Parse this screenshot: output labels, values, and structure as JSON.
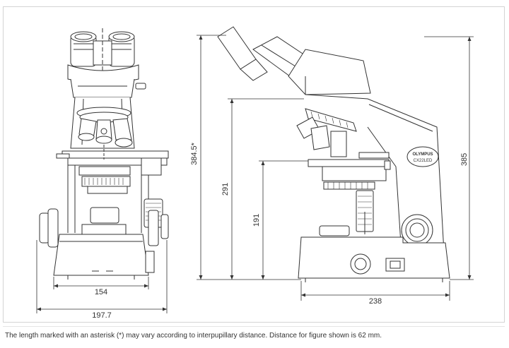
{
  "dimensions": {
    "front_stage_width": "154",
    "front_overall_width": "197.7",
    "height_eyepiece": "384.5*",
    "height_stage_top": "291",
    "height_stage_low": "191",
    "side_base_depth": "238",
    "side_overall_height": "385"
  },
  "model_badge": {
    "brand": "OLYMPUS",
    "model": "CX22LED"
  },
  "caption": "The length marked with an asterisk (*) may vary according to interpupillary distance.  Distance for figure shown is 62 mm.",
  "colors": {
    "line": "#333333",
    "frame": "#d4d4d4"
  }
}
